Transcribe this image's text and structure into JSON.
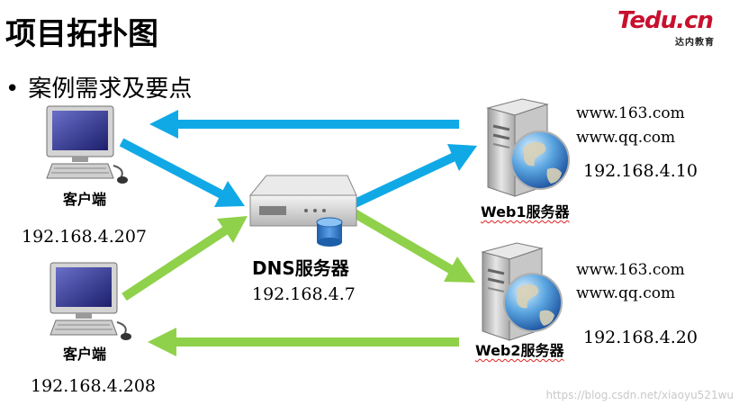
{
  "slide": {
    "title": "项目拓扑图",
    "bullet": "•",
    "subtitle": "案例需求及要点"
  },
  "logo": {
    "main": "Tedu.cn",
    "sub": "达内教育"
  },
  "nodes": {
    "client_top": {
      "label": "客户端",
      "ip": "192.168.4.207",
      "icon": "desktop-computer-icon"
    },
    "client_bottom": {
      "label": "客户端",
      "ip": "192.168.4.208",
      "icon": "desktop-computer-icon"
    },
    "dns": {
      "label": "DNS服务器",
      "ip": "192.168.4.7",
      "icon": "server-database-icon"
    },
    "web1": {
      "label": "Web1服务器",
      "ip": "192.168.4.10",
      "domains": [
        "www.163.com",
        "www.qq.com"
      ],
      "icon": "web-server-globe-icon"
    },
    "web2": {
      "label": "Web2服务器",
      "ip": "192.168.4.20",
      "domains": [
        "www.163.com",
        "www.qq.com"
      ],
      "icon": "web-server-globe-icon"
    }
  },
  "colors": {
    "blue_arrow": "#10a9e6",
    "green_arrow": "#8fd14a",
    "logo_red": "#c8102e"
  },
  "watermark": "https://blog.csdn.net/xiaoyu521wu"
}
